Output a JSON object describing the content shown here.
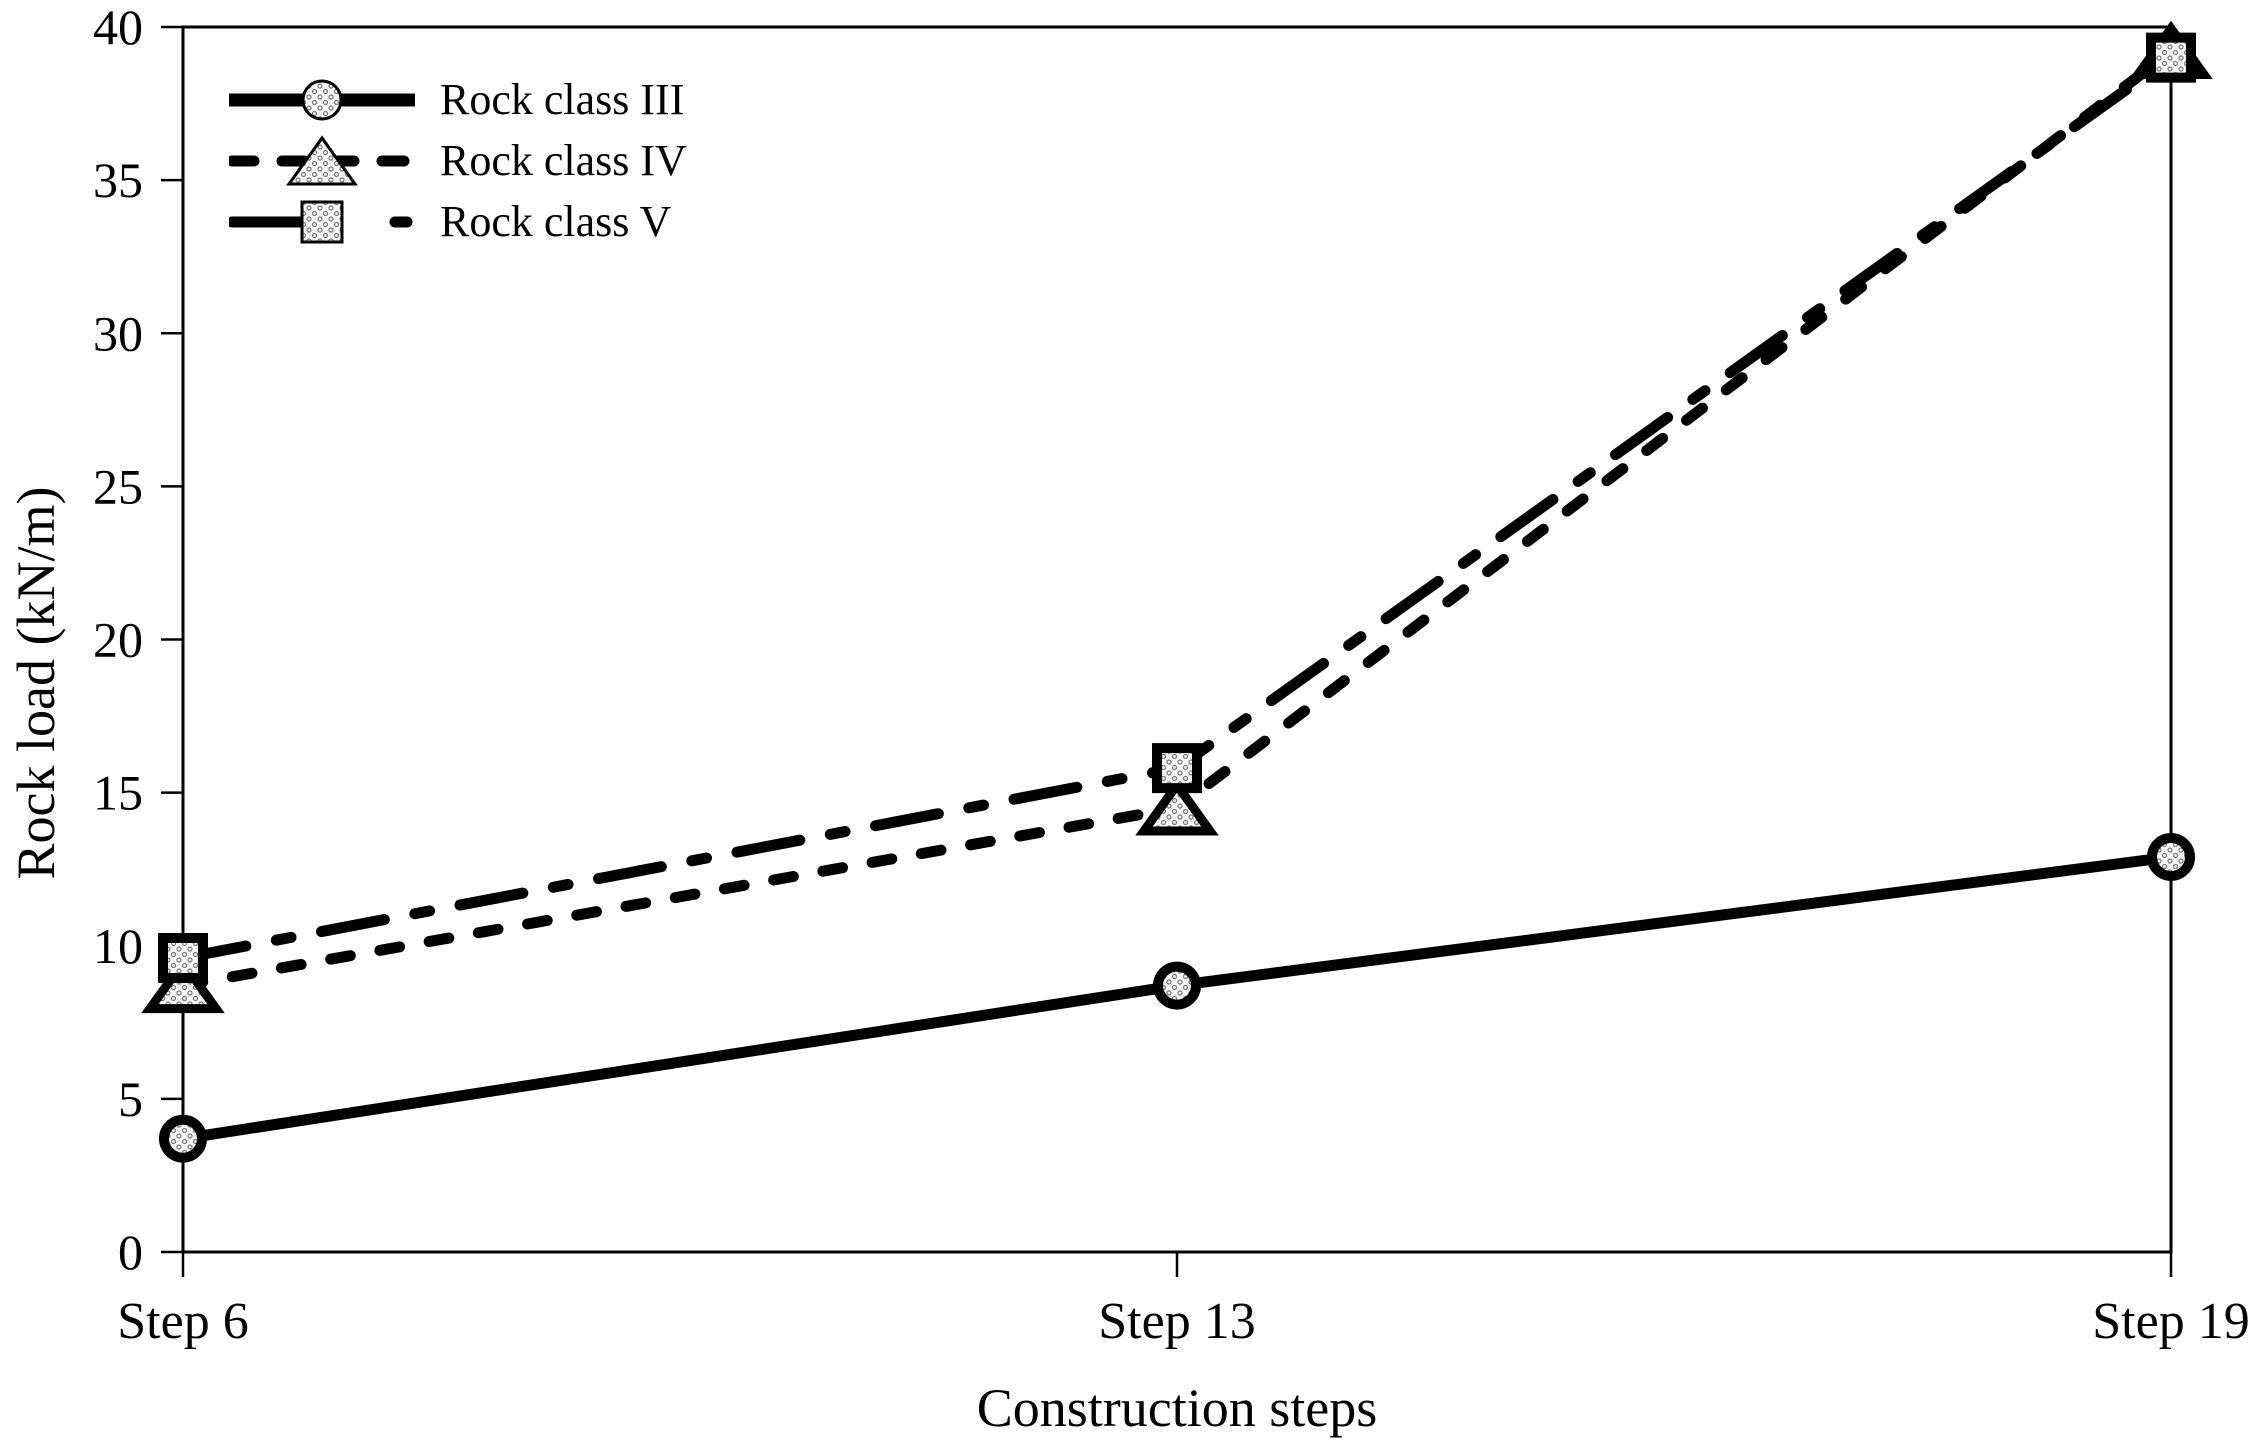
{
  "figure": {
    "background_color": "#ffffff",
    "ink_color": "#000000",
    "marker_pattern_color": "#7a7a7a",
    "marker_pattern_bg": "#f5f5f5"
  },
  "chart_data": {
    "type": "line",
    "title": "",
    "xlabel": "Construction steps",
    "ylabel": "Rock load (kN/m)",
    "categories": [
      "Step 6",
      "Step 13",
      "Step 19"
    ],
    "ylim": [
      0,
      40
    ],
    "yticks": [
      0,
      5,
      10,
      15,
      20,
      25,
      30,
      35,
      40
    ],
    "grid": false,
    "legend_position": "top-left",
    "series": [
      {
        "name": "Rock class III",
        "values": [
          3.7,
          8.7,
          12.9
        ],
        "line_style": "solid",
        "marker": "circle"
      },
      {
        "name": "Rock class IV",
        "values": [
          8.7,
          14.5,
          39.2
        ],
        "line_style": "short-dash",
        "marker": "triangle"
      },
      {
        "name": "Rock class V",
        "values": [
          9.6,
          15.8,
          39.0
        ],
        "line_style": "long-dash-short-dash",
        "marker": "square"
      }
    ]
  }
}
